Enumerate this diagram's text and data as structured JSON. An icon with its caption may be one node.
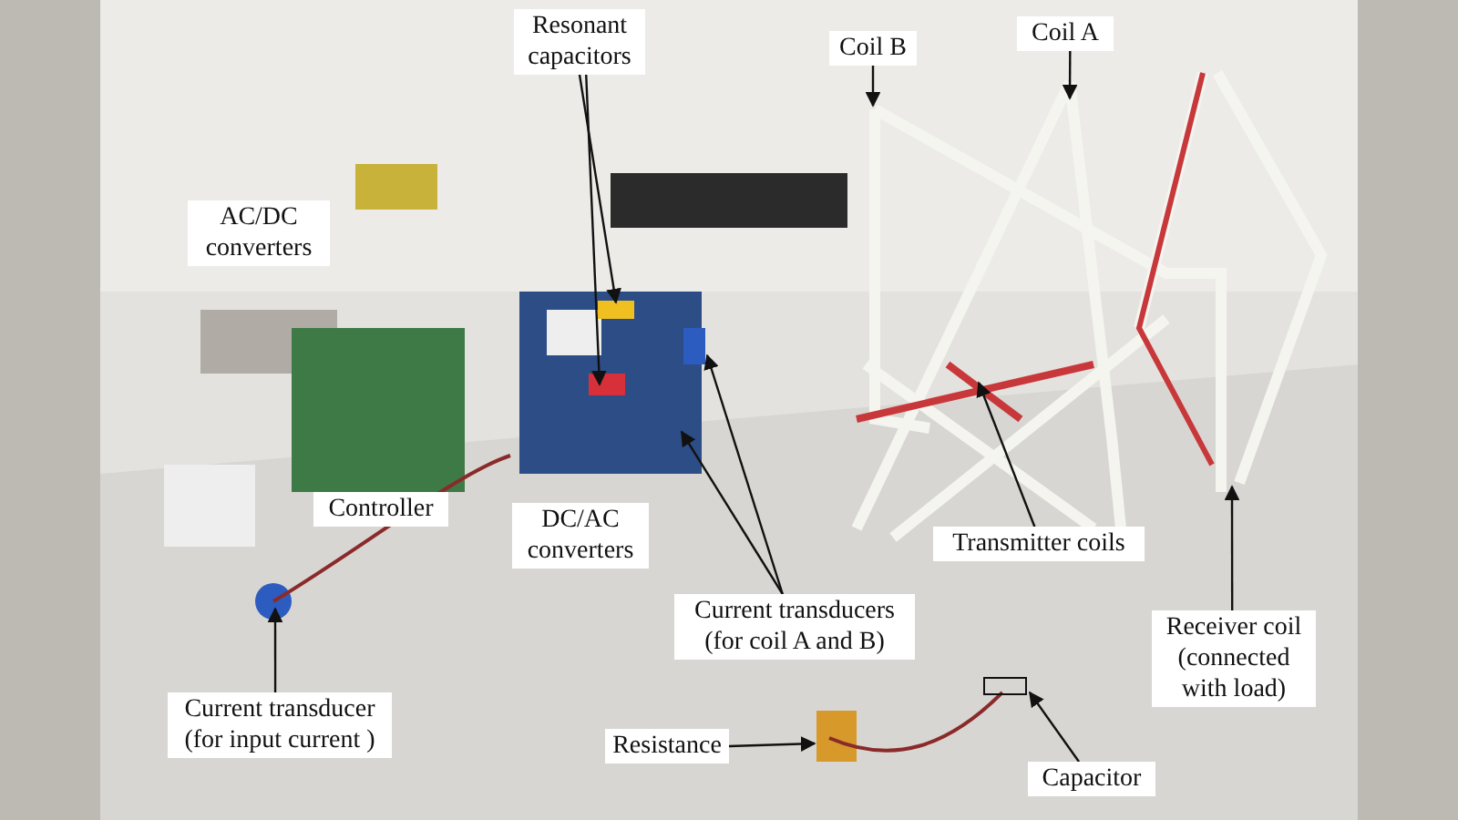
{
  "diagram": {
    "nodes": [
      {
        "text": [
          "AC/DC converters"
        ]
      },
      {
        "text": [
          "Resonant capacitors"
        ]
      },
      {
        "text": [
          "Coil B"
        ]
      },
      {
        "text": [
          "Coil A"
        ]
      },
      {
        "text": [
          "Controller"
        ]
      },
      {
        "text": [
          "DC/AC converters"
        ]
      },
      {
        "text": [
          "Transmitter coils"
        ]
      },
      {
        "text": [
          "Current transducers (for coil A and B)"
        ]
      },
      {
        "text": [
          "Current transducer (for input current )"
        ]
      },
      {
        "text": [
          "Resistance"
        ]
      },
      {
        "text": [
          "Capacitor"
        ]
      },
      {
        "text": [
          "Receiver coil (connected with load)"
        ]
      }
    ],
    "edges": [
      {
        "from": 1,
        "to": null,
        "arrow": "to"
      },
      {
        "from": 1,
        "to": null,
        "arrow": "to"
      },
      {
        "from": 2,
        "to": null,
        "arrow": "to"
      },
      {
        "from": 3,
        "to": null,
        "arrow": "to"
      },
      {
        "from": 6,
        "to": null,
        "arrow": "to"
      },
      {
        "from": 7,
        "to": null,
        "arrow": "to"
      },
      {
        "from": 7,
        "to": null,
        "arrow": "to"
      },
      {
        "from": 8,
        "to": null,
        "arrow": "to"
      },
      {
        "from": 9,
        "to": null,
        "arrow": "to"
      },
      {
        "from": 10,
        "to": null,
        "arrow": "to"
      },
      {
        "from": 11,
        "to": null,
        "arrow": "to"
      }
    ]
  }
}
